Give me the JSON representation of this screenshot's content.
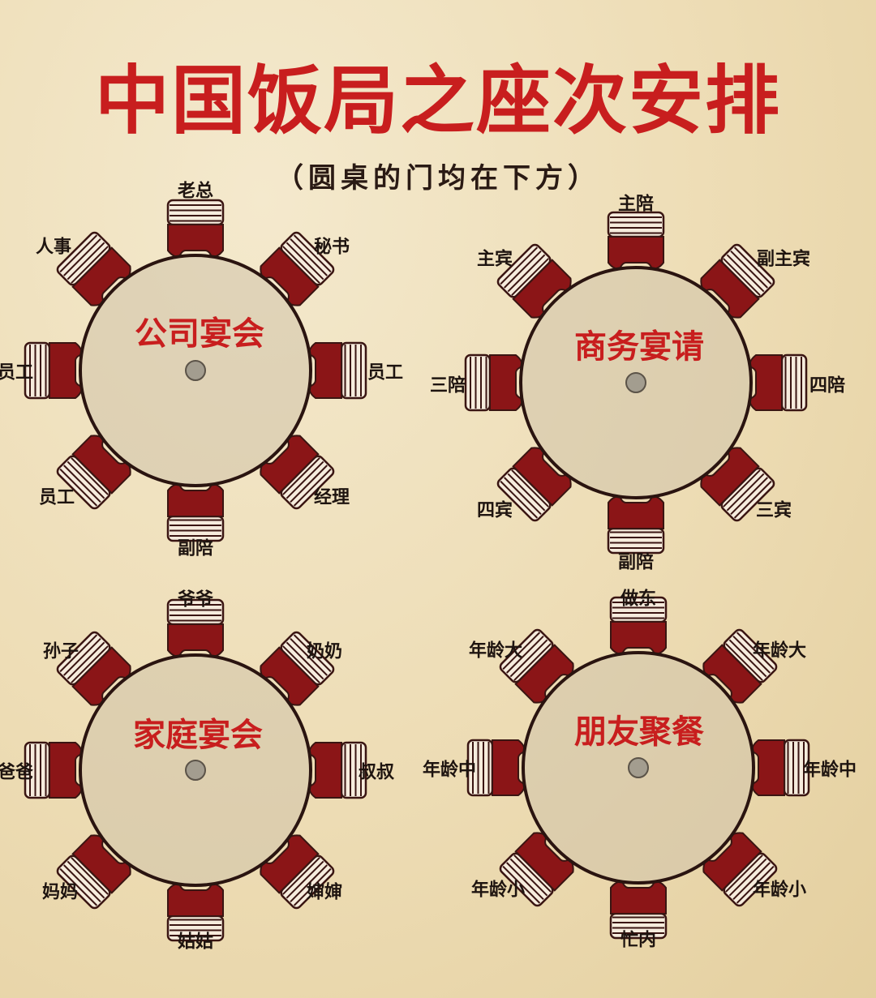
{
  "title": "中国饭局之座次安排",
  "subtitle": "（圆桌的门均在下方）",
  "tables": [
    {
      "name": "公司宴会",
      "seats": {
        "top": "老总",
        "top_right": "秘书",
        "right": "员工",
        "bottom_right": "经理",
        "bottom": "副陪",
        "bottom_left": "员工",
        "left": "员工",
        "top_left": "人事"
      }
    },
    {
      "name": "商务宴请",
      "seats": {
        "top": "主陪",
        "top_right": "副主宾",
        "right": "四陪",
        "bottom_right": "三宾",
        "bottom": "副陪",
        "bottom_left": "四宾",
        "left": "三陪",
        "top_left": "主宾"
      }
    },
    {
      "name": "家庭宴会",
      "seats": {
        "top": "爷爷",
        "top_right": "奶奶",
        "right": "叔叔",
        "bottom_right": "婶婶",
        "bottom": "姑姑",
        "bottom_left": "妈妈",
        "left": "爸爸",
        "top_left": "孙子"
      }
    },
    {
      "name": "朋友聚餐",
      "seats": {
        "top": "做东",
        "top_right": "年龄大",
        "right": "年龄中",
        "bottom_right": "年龄小",
        "bottom": "忙内",
        "bottom_left": "年龄小",
        "left": "年龄中",
        "top_left": "年龄大"
      }
    }
  ],
  "colors": {
    "background": "#eddcb4",
    "title": "#c81e1e",
    "table_name": "#c81e1e",
    "chair_seat": "#8b1517",
    "chair_back": "#f6ecdd",
    "table_top": "#cfc2a9"
  }
}
